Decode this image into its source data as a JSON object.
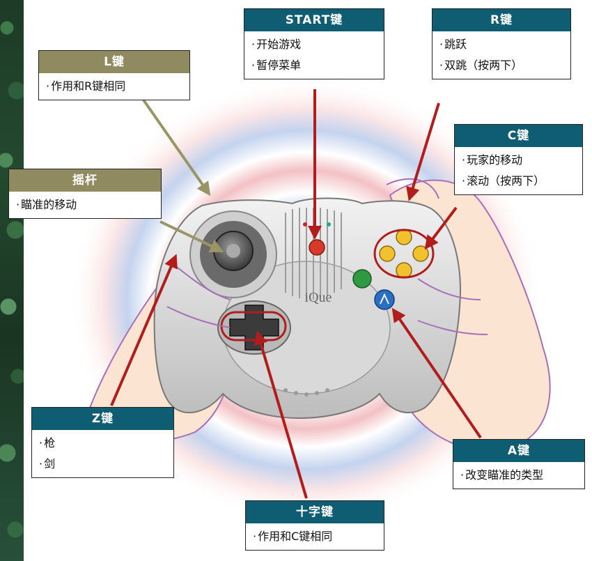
{
  "labels": {
    "start": {
      "title": "START键",
      "items": [
        "开始游戏",
        "暂停菜单"
      ]
    },
    "r": {
      "title": "R键",
      "items": [
        "跳跃",
        "双跳（按两下）"
      ]
    },
    "l": {
      "title": "L键",
      "items": [
        "作用和R键相同"
      ]
    },
    "stick": {
      "title": "摇杆",
      "items": [
        "瞄准的移动"
      ]
    },
    "c": {
      "title": "C键",
      "items": [
        "玩家的移动",
        "滚动（按两下）"
      ]
    },
    "z": {
      "title": "Z键",
      "items": [
        "枪",
        "剑"
      ]
    },
    "a": {
      "title": "A键",
      "items": [
        "改变瞄准的类型"
      ]
    },
    "dpad": {
      "title": "十字键",
      "items": [
        "作用和C键相同"
      ]
    }
  },
  "controller": {
    "logo": "iQue"
  },
  "colors": {
    "header_teal": "#0f5d73",
    "header_olive": "#8f8a5f",
    "arrow_red": "#b11d1d",
    "arrow_olive": "#9a9565",
    "c_button_yellow": "#f2c12e",
    "a_button_blue": "#2c6fc2",
    "start_button_red": "#d8392a",
    "b_button_green": "#2f9a42"
  }
}
